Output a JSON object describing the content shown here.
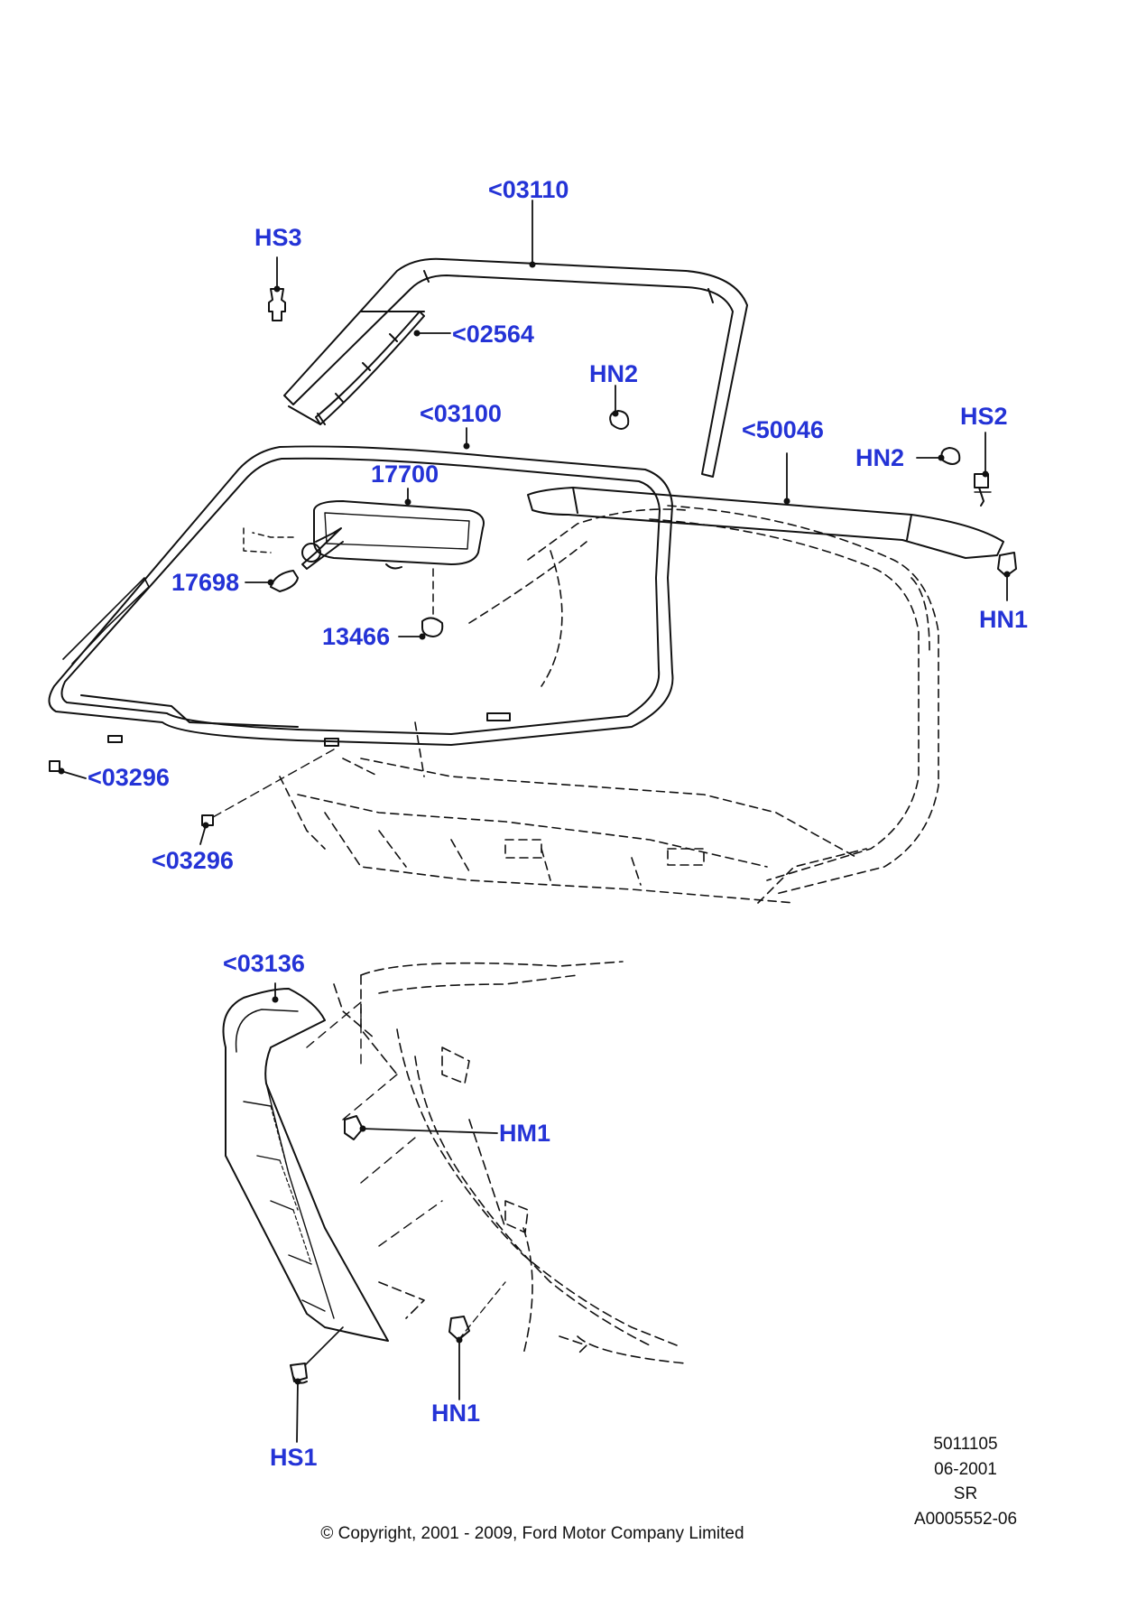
{
  "callouts": {
    "hs3": "HS3",
    "p03110": "<03110",
    "p02564": "<02564",
    "hn2_top": "HN2",
    "p03100": "<03100",
    "p50046": "<50046",
    "hs2": "HS2",
    "hn2_right": "HN2",
    "p17700": "17700",
    "p17698": "17698",
    "p13466": "13466",
    "hn1_right": "HN1",
    "p03296_left": "<03296",
    "p03296_bottom": "<03296",
    "p03136": "<03136",
    "hm1": "HM1",
    "hn1_bottom": "HN1",
    "hs1": "HS1"
  },
  "meta": {
    "ref_number": "5011105",
    "date": "06-2001",
    "code": "SR",
    "illustration_id": "A0005552-06"
  },
  "copyright": "© Copyright, 2001 - 2009, Ford Motor Company Limited",
  "colors": {
    "callout_text": "#2433d6",
    "line_art": "#111111",
    "background": "#ffffff"
  }
}
